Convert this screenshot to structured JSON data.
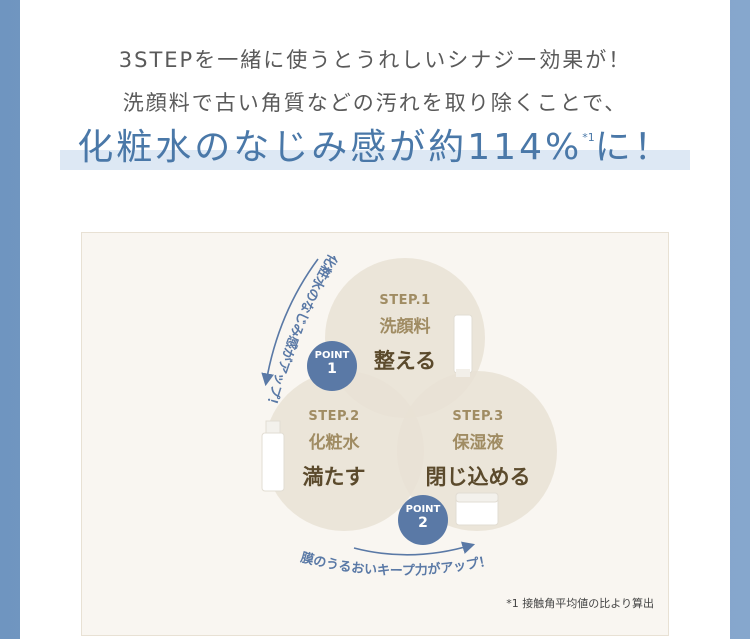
{
  "headline": {
    "line1": "3STEPを一緒に使うとうれしいシナジー効果が！",
    "line2": "洗顔料で古い角質などの汚れを取り除くことで、",
    "big_main": "化粧水のなじみ感が約114%",
    "big_sup": "*1",
    "big_end": "に！"
  },
  "steps": [
    {
      "num": "STEP.1",
      "category": "洗顔料",
      "action": "整える"
    },
    {
      "num": "STEP.2",
      "category": "化粧水",
      "action": "満たす"
    },
    {
      "num": "STEP.3",
      "category": "保湿液",
      "action": "閉じ込める"
    }
  ],
  "points": [
    {
      "label": "POINT",
      "num": "1"
    },
    {
      "label": "POINT",
      "num": "2"
    }
  ],
  "arcs": {
    "left": "化粧水のなじみ感がアップ！",
    "bottom": "膜のうるおいキープ力がアップ！"
  },
  "footnote": "*1 接触角平均値の比より算出",
  "colors": {
    "background_blue": "#7b9fc8",
    "accent_blue": "#4a78a8",
    "point_blue": "#5a79a6",
    "gold": "#a08c63",
    "brown": "#5b4a2c"
  }
}
